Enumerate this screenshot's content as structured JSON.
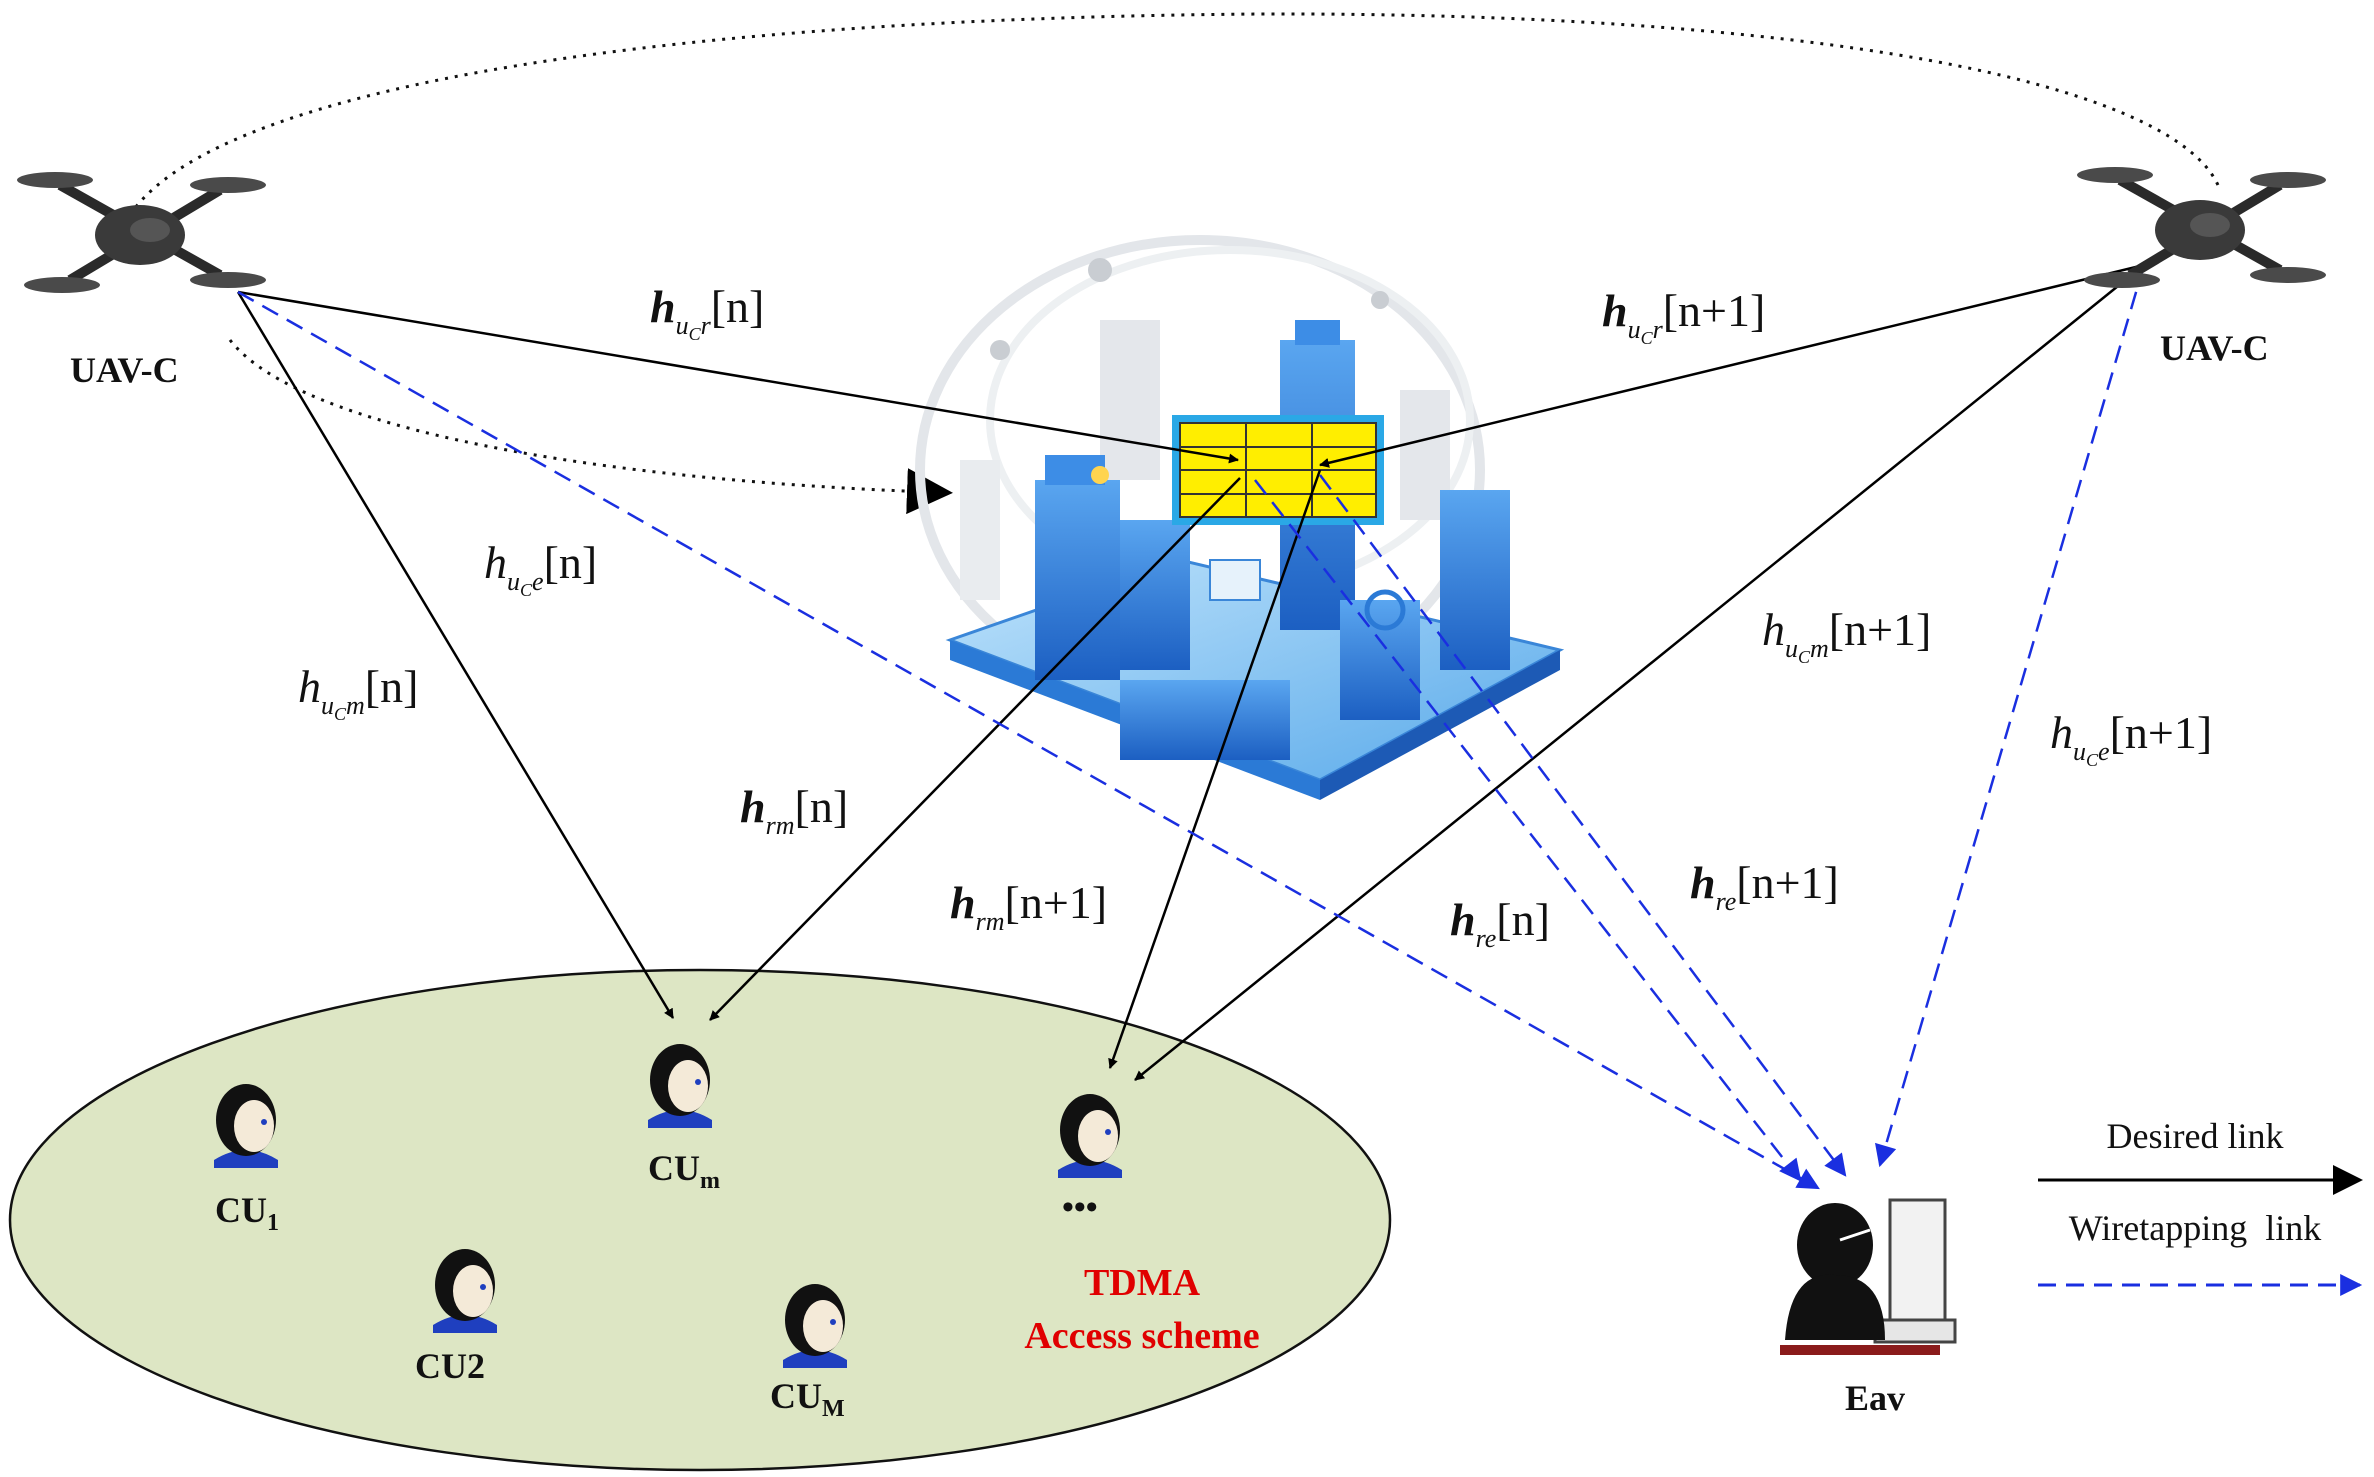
{
  "nodes": {
    "uav_left": "UAV-C",
    "uav_right": "UAV-C",
    "cu1_main": "CU",
    "cu1_sub": "1",
    "cum_main": "CU",
    "cum_sub": "m",
    "cu2": "CU2",
    "cuM_main": "CU",
    "cuM_sub": "M",
    "ellipsis": "•••",
    "tdma_line1": "TDMA",
    "tdma_line2": "Access scheme",
    "eav": "Eav"
  },
  "channels": {
    "h_ucr_n": {
      "base": "h",
      "sub": "u",
      "subsub": "C",
      "sub2": "r",
      "arg": "[n]"
    },
    "h_ucr_n1": {
      "base": "h",
      "sub": "u",
      "subsub": "C",
      "sub2": "r",
      "arg": "[n+1]"
    },
    "h_uce_n": {
      "base": "h",
      "sub": "u",
      "subsub": "C",
      "sub2": "e",
      "arg": "[n]"
    },
    "h_ucm_n": {
      "base": "h",
      "sub": "u",
      "subsub": "C",
      "sub2": "m",
      "arg": "[n]"
    },
    "h_ucm_n1": {
      "base": "h",
      "sub": "u",
      "subsub": "C",
      "sub2": "m",
      "arg": "[n+1]"
    },
    "h_uce_n1": {
      "base": "h",
      "sub": "u",
      "subsub": "C",
      "sub2": "e",
      "arg": "[n+1]"
    },
    "h_rm_n": {
      "base": "h",
      "sub": "rm",
      "arg": "[n]"
    },
    "h_rm_n1": {
      "base": "h",
      "sub": "rm",
      "arg": "[n+1]"
    },
    "h_re_n": {
      "base": "h",
      "sub": "re",
      "arg": "[n]"
    },
    "h_re_n1": {
      "base": "h",
      "sub": "re",
      "arg": "[n+1]"
    }
  },
  "legend": {
    "desired": "Desired link",
    "wiretap": "Wiretapping  link"
  },
  "colors": {
    "desired": "#000000",
    "wiretap": "#1a2fe0",
    "area_fill": "#dde6c4",
    "ris_fill": "#ffee00",
    "ris_border": "#2aa8e6"
  }
}
